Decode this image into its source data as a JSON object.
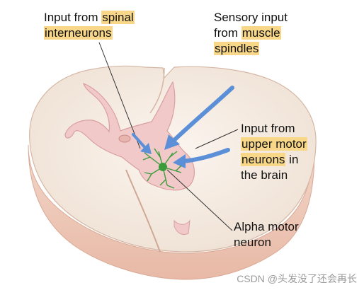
{
  "labels": {
    "spinal_interneurons": {
      "line1_plain": "Input from ",
      "line1_hl": "spinal",
      "line2_hl": "interneurons"
    },
    "muscle_spindles": {
      "line1_plain": "Sensory input",
      "line2_plain": "from ",
      "line2_hl": "muscle",
      "line3_hl": "spindles"
    },
    "upper_motor_neurons": {
      "line1_plain": "Input from",
      "line2_hl": "upper motor",
      "line3_hl": "neurons",
      "line3_plain": " in",
      "line4_plain": "the brain"
    },
    "alpha_motor_neuron": {
      "line1": "Alpha motor",
      "line2": "neuron"
    }
  },
  "watermark": "CSDN @头发没了还会再长",
  "colors": {
    "highlight": "#f8d888",
    "cord_white_matter": "#f7eee6",
    "cord_side": "#f1cfc0",
    "gray_matter": "#f2c9c9",
    "arrow": "#5b8fd8",
    "neuron": "#3c9c3c"
  }
}
